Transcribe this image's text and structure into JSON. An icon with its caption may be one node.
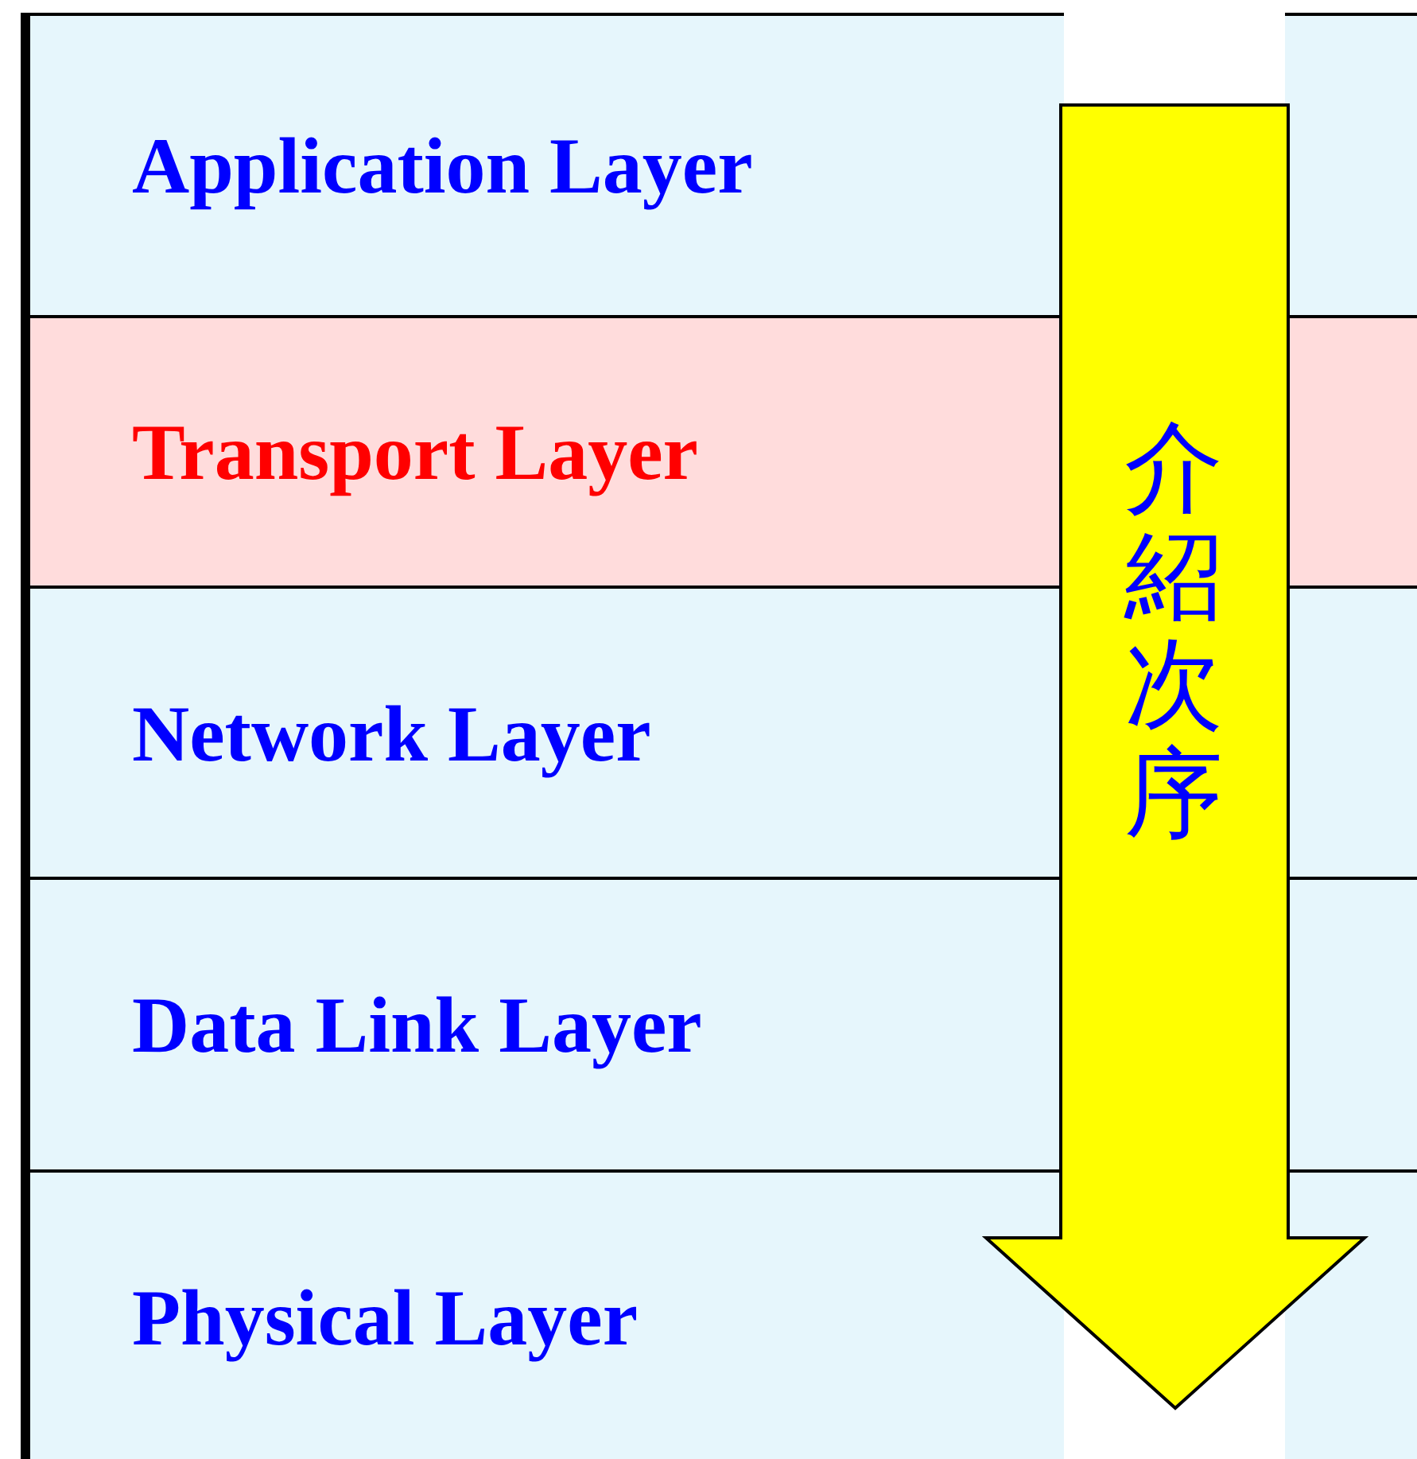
{
  "diagram": {
    "nodes": [
      {
        "text": [
          "Application Layer"
        ]
      },
      {
        "text": [
          "Transport Layer"
        ]
      },
      {
        "text": [
          "Network Layer"
        ]
      },
      {
        "text": [
          "Data Link Layer"
        ]
      },
      {
        "text": [
          "Physical Layer"
        ]
      },
      {
        "text": [
          "介紹次序"
        ]
      }
    ]
  }
}
